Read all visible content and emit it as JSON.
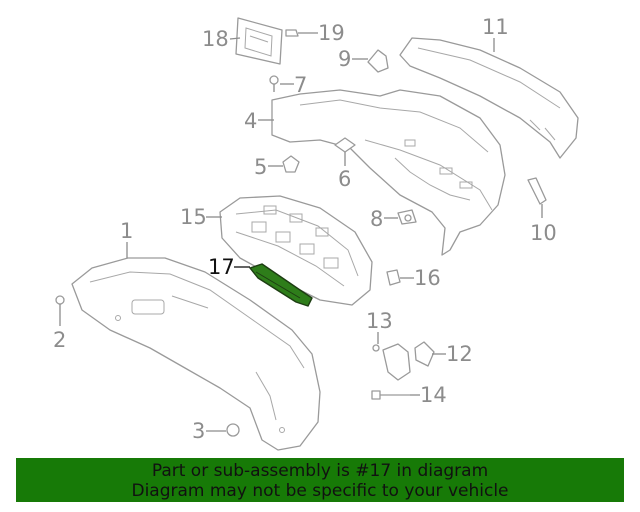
{
  "callouts": {
    "c1": "1",
    "c2": "2",
    "c3": "3",
    "c4": "4",
    "c5": "5",
    "c6": "6",
    "c7": "7",
    "c8": "8",
    "c9": "9",
    "c10": "10",
    "c11": "11",
    "c12": "12",
    "c13": "13",
    "c14": "14",
    "c15": "15",
    "c16": "16",
    "c17": "17",
    "c18": "18",
    "c19": "19"
  },
  "highlighted_part": "17",
  "colors": {
    "banner": "#177a07",
    "highlight": "#2e7d1a",
    "line": "#9a9a9a"
  },
  "banner": {
    "line1": "Part or sub-assembly is #17 in diagram",
    "line2": "Diagram may not be specific to your vehicle"
  }
}
